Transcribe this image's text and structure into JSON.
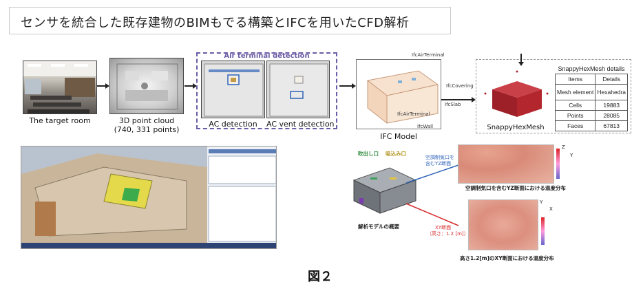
{
  "title": "センサを統合した既存建物のBIMもでる構築とIFCを用いたCFD解析",
  "pipeline": {
    "target_room_caption": "The target room",
    "point_cloud_caption_line1": "3D point cloud",
    "point_cloud_caption_line2": "(740, 331 points)",
    "air_terminal_title": "Air terminal detection",
    "ac_detection_caption": "AC detection",
    "ac_vent_caption": "AC vent detection",
    "ifc_model_caption": "IFC Model",
    "ifc_labels": {
      "air_terminal_top": "IfcAirTerminal",
      "covering": "IfcCovering",
      "slab": "IfcSlab",
      "air_terminal_mid": "IfcAirTerminal",
      "wall": "IfcWall"
    },
    "snappy_caption": "SnappyHexMesh",
    "snappy_table": {
      "title": "SnappyHexMesh details",
      "header": [
        "Items",
        "Details"
      ],
      "rows": [
        [
          "Mesh element",
          "Hexahedra"
        ],
        [
          "Cells",
          "19883"
        ],
        [
          "Points",
          "28085"
        ],
        [
          "Faces",
          "67813"
        ]
      ]
    }
  },
  "cfd": {
    "inlet_label": "吹出し口",
    "outlet_label": "吸込み口",
    "yz_callout_line1": "空調制気口を",
    "yz_callout_line2": "含むYZ断面",
    "xy_callout_line1": "XY断面",
    "xy_callout_line2": "（高さ：1.2 [m]）",
    "model_caption": "解析モデルの概要",
    "yz_caption": "空調制気口を含むYZ断面における温度分布",
    "xy_caption": "高さ1.2[m]のXY断面における温度分布",
    "axis_x": "X",
    "axis_y": "Y",
    "axis_z": "Z"
  },
  "figure_label": "図２",
  "colors": {
    "purple_dash": "#6b5ca5",
    "arrow": "#222222",
    "mesh_red": "#b3262e",
    "cfd_warm": "#d98a78",
    "callout_blue": "#2e63b8",
    "callout_red": "#d62c2c"
  }
}
